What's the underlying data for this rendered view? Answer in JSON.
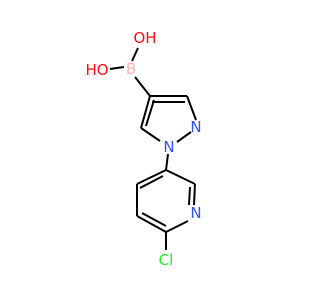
{
  "molecule": {
    "atoms": {
      "oh_top": "OH",
      "oh_left": "HO",
      "boron": "B",
      "n_pyrazole_2": "N",
      "n_pyrazole_1": "N",
      "n_pyridine": "N",
      "chlorine": "Cl"
    },
    "colors": {
      "bond": "#000000",
      "oxygen": "#ff0d0d",
      "boron": "#ffb5b5",
      "nitrogen": "#3050f8",
      "chlorine": "#1ff01f"
    }
  }
}
